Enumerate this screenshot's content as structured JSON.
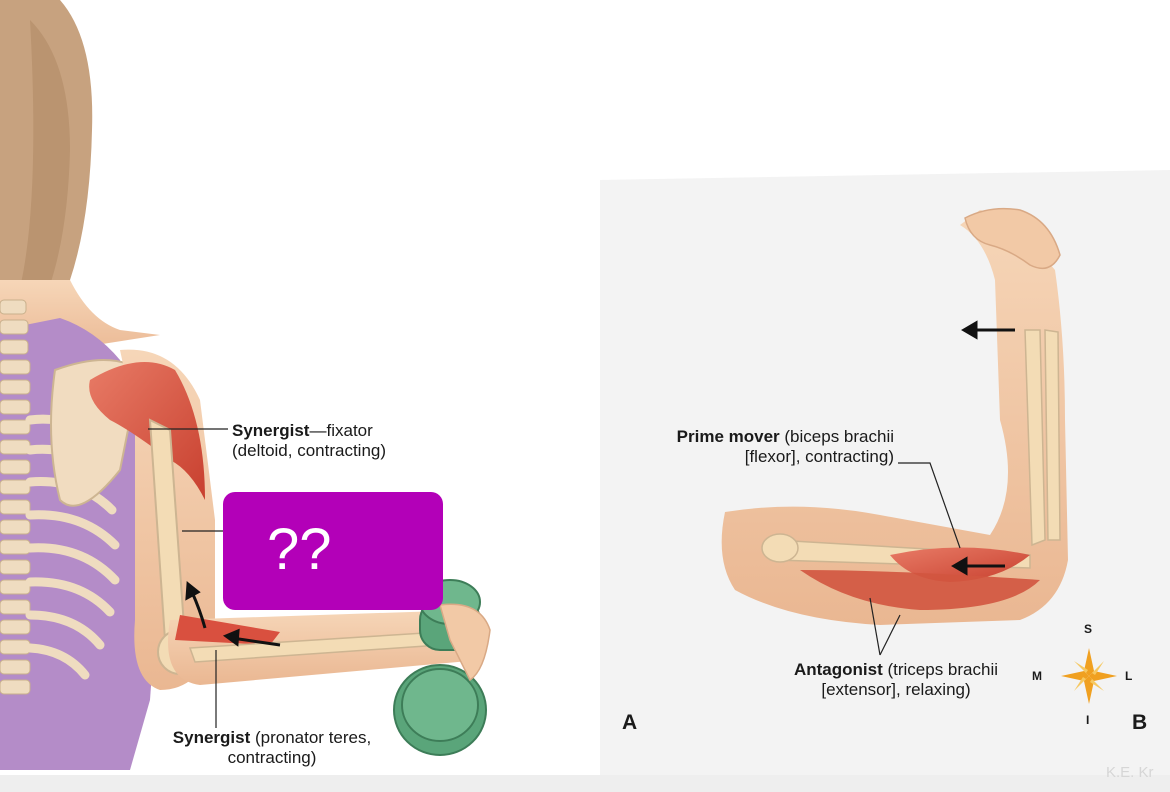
{
  "labels": {
    "synergist_fixator": {
      "title": "Synergist",
      "rest1": "—fixator",
      "line2": "(deltoid, contracting)"
    },
    "synergist_pronator": {
      "title": "Synergist",
      "rest1": " (pronator teres,",
      "line2": "contracting)"
    },
    "prime_mover": {
      "title": "Prime mover",
      "rest1": " (biceps brachii",
      "line2": "[flexor], contracting)"
    },
    "antagonist": {
      "title": "Antagonist",
      "rest1": " (triceps brachii",
      "line2": "[extensor], relaxing)"
    }
  },
  "panel_letters": {
    "a": "A",
    "b": "B"
  },
  "compass": {
    "s": "S",
    "m": "M",
    "l": "L",
    "i": "I"
  },
  "quiz_box": {
    "text": "??",
    "color": "#b300b8"
  },
  "credit": "K.E. Kr",
  "colors": {
    "muscle": "#d9503f",
    "bone": "#f3dcb5",
    "skin": "#f2c9a6",
    "shirt": "#b48cc8",
    "dumbbell": "#5aa57a"
  }
}
